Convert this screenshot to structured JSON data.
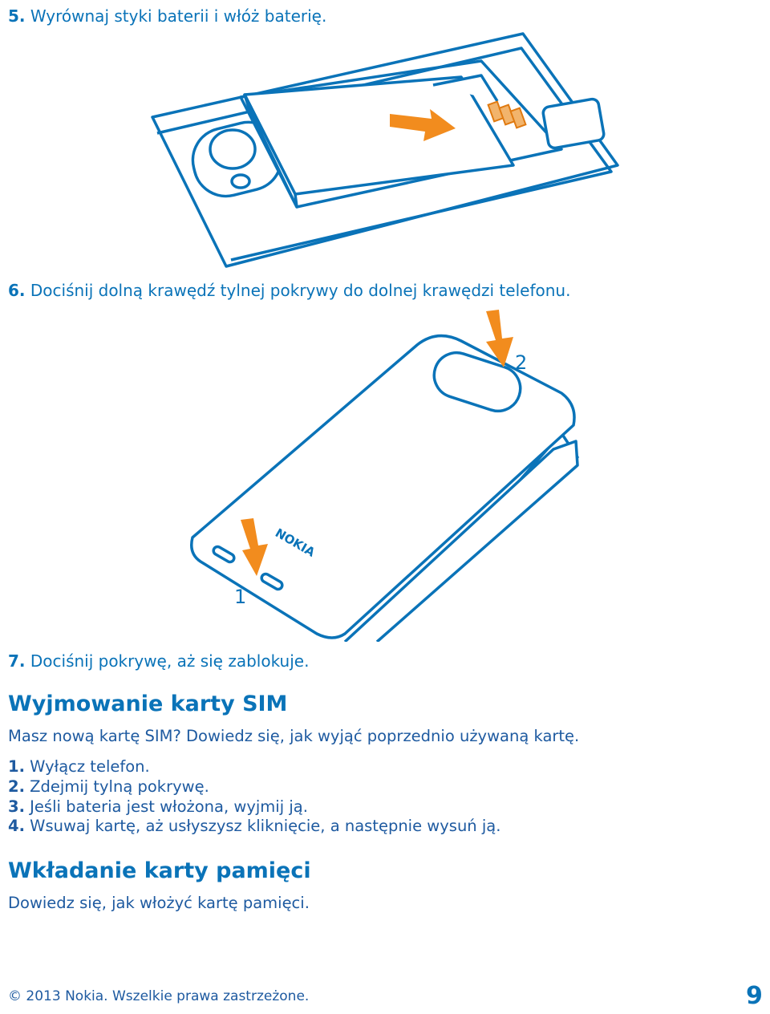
{
  "steps_top": [
    {
      "num": "5.",
      "text": " Wyrównaj styki baterii i włóż baterię."
    },
    {
      "num": "6.",
      "text": " Dociśnij dolną krawędź tylnej pokrywy do dolnej krawędzi telefonu."
    },
    {
      "num": "7.",
      "text": " Dociśnij pokrywę, aż się zablokuje."
    }
  ],
  "illustration2": {
    "label_1": "1",
    "label_2": "2",
    "logo": "NOKIA"
  },
  "sim_section": {
    "heading": "Wyjmowanie karty SIM",
    "intro": "Masz nową kartę SIM? Dowiedz się, jak wyjąć poprzednio używaną kartę.",
    "steps": [
      {
        "num": "1.",
        "text": " Wyłącz telefon."
      },
      {
        "num": "2.",
        "text": " Zdejmij tylną pokrywę."
      },
      {
        "num": "3.",
        "text": " Jeśli bateria jest włożona, wyjmij ją."
      },
      {
        "num": "4.",
        "text": " Wsuwaj kartę, aż usłyszysz kliknięcie, a następnie wysuń ją."
      }
    ]
  },
  "memory_section": {
    "heading": "Wkładanie karty pamięci",
    "intro": "Dowiedz się, jak włożyć kartę pamięci."
  },
  "footer": {
    "copyright": "© 2013 Nokia. Wszelkie prawa zastrzeżone.",
    "page": "9"
  },
  "colors": {
    "accent": "#0a73b8",
    "orange": "#f28c1e"
  }
}
